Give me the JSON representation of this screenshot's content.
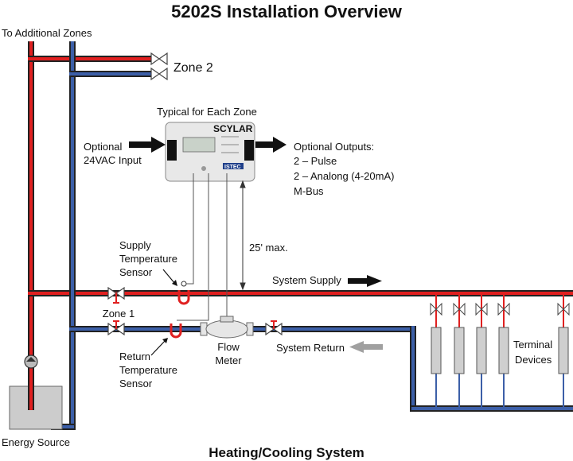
{
  "title": "5202S Installation Overview",
  "footer": "Heating/Cooling System",
  "labels": {
    "additional_zones": "To Additional Zones",
    "zone2": "Zone 2",
    "zone1": "Zone 1",
    "typical": "Typical for Each Zone",
    "optional_input": [
      "Optional",
      "24VAC Input"
    ],
    "optional_outputs": [
      "Optional Outputs:",
      "2 – Pulse",
      "2 – Analong (4-20mA)",
      "M-Bus"
    ],
    "supply_sensor": [
      "Supply",
      "Temperature",
      "Sensor"
    ],
    "return_sensor": [
      "Return",
      "Temperature",
      "Sensor"
    ],
    "max_distance": "25' max.",
    "system_supply": "System Supply",
    "system_return": "System Return",
    "flow_meter": [
      "Flow",
      "Meter"
    ],
    "terminal_devices": [
      "Terminal",
      "Devices"
    ],
    "energy_source": "Energy Source"
  },
  "device": {
    "brand": "SCYLAR",
    "maker": "ISTEC"
  },
  "colors": {
    "supply": "#e02020",
    "return": "#3c5fa8",
    "return_arrow": "#a0a0a0",
    "terminal_fill": "#cfcfcf"
  }
}
